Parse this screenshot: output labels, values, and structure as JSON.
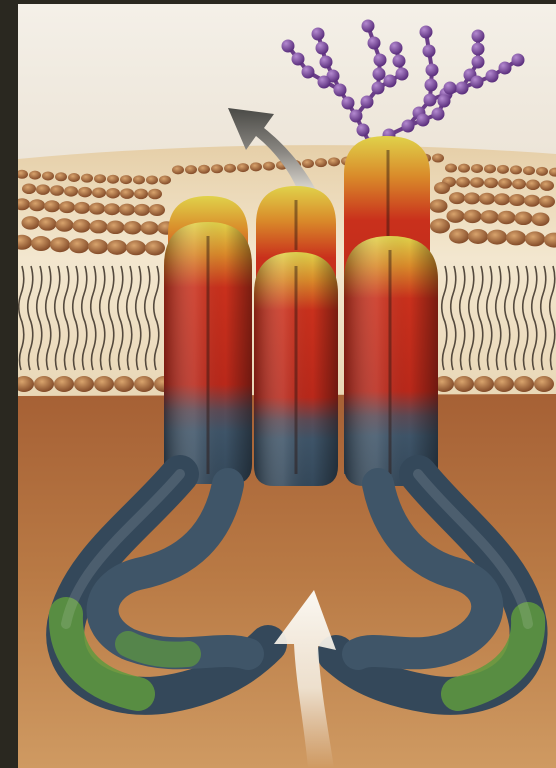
{
  "image": {
    "subject": "transmembrane-transporter-protein-illustration",
    "icons": [
      "lipid-bilayer",
      "protein-helix-bundle",
      "glycan-chain",
      "efflux-arrow",
      "influx-arrow"
    ],
    "colors": {
      "frame": "#2a2820",
      "extracellular": "#f2ede4",
      "cytoplasm": "#b8733a",
      "lipid_head": "#a86a3a",
      "transmembrane_red": "#c8321e",
      "helix_cap_yellow": "#d8c43a",
      "cytoplasmic_blue": "#3f5568",
      "domain_green": "#5f9a3e",
      "glycan_purple": "#7a4a9a",
      "arrow_dark": "#5a5a56",
      "arrow_light": "#f4eee2"
    }
  }
}
